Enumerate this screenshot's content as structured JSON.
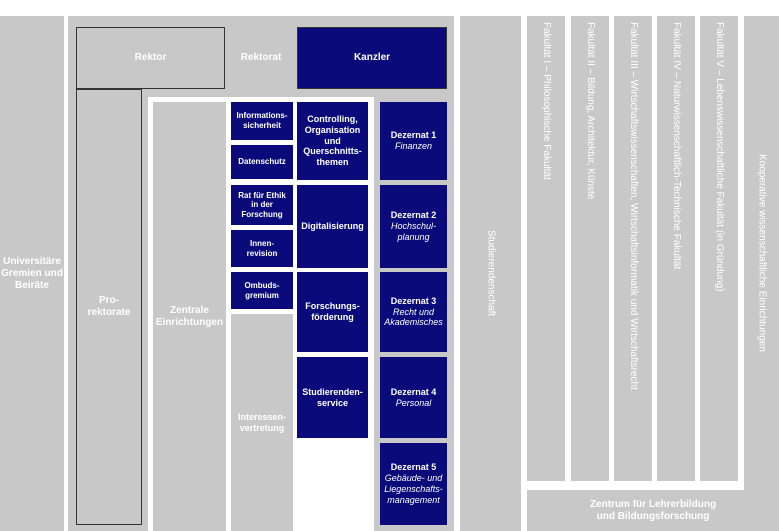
{
  "left_column": {
    "universitaere_gremien": "Universitäre Gremien und Beiräte",
    "rektor": "Rektor",
    "rektorat": "Rektorat",
    "kanzler": "Kanzler",
    "prorektorate": "Pro-\nrektorate",
    "zentrale_einrichtungen": "Zentrale Einrichtungen",
    "interessenvertretung": "Interessen-\nvertretung",
    "studierendenschaft": "Studierendenschaft"
  },
  "small_units": [
    "Informations-\nsicherheit",
    "Datenschutz",
    "Rat für Ethik\nin der\nForschung",
    "Innen-\nrevision",
    "Ombuds-\ngremium"
  ],
  "chancellor_units": [
    "Controlling,\nOrganisation\nund\nQuerschnitts-\nthemen",
    "Digitalisierung",
    "Forschungs-\nförderung",
    "Studierenden-\nservice"
  ],
  "dezernate": [
    {
      "title": "Dezernat 1",
      "subtitle": "Finanzen"
    },
    {
      "title": "Dezernat 2",
      "subtitle": "Hochschul-\nplanung"
    },
    {
      "title": "Dezernat 3",
      "subtitle": "Recht und\nAkademisches"
    },
    {
      "title": "Dezernat 4",
      "subtitle": "Personal"
    },
    {
      "title": "Dezernat 5",
      "subtitle": "Gebäude- und\nLiegenschafts-\nmanagement"
    }
  ],
  "faculties": [
    "Fakultät I – Philosophische Fakultät",
    "Fakultät II – Bildung, Architektur, Künste",
    "Fakultät III – Wirtschaftswissenschaften, Wirtschaftsinformatik und Wirtschaftsrecht",
    "Fakultät IV – Naturwissenschaftlich-Technische Fakultät",
    "Fakultät V – Lebenswissenschaftliche Fakultät (in Gründung)"
  ],
  "kooperative": "Kooperative wissenschaftliche Einrichtungen",
  "zentrum": "Zentrum für Lehrerbildung\nund Bildungsforschung",
  "colors": {
    "gray": "#c8c8c8",
    "navy": "#0a0a7a",
    "white": "#ffffff"
  }
}
